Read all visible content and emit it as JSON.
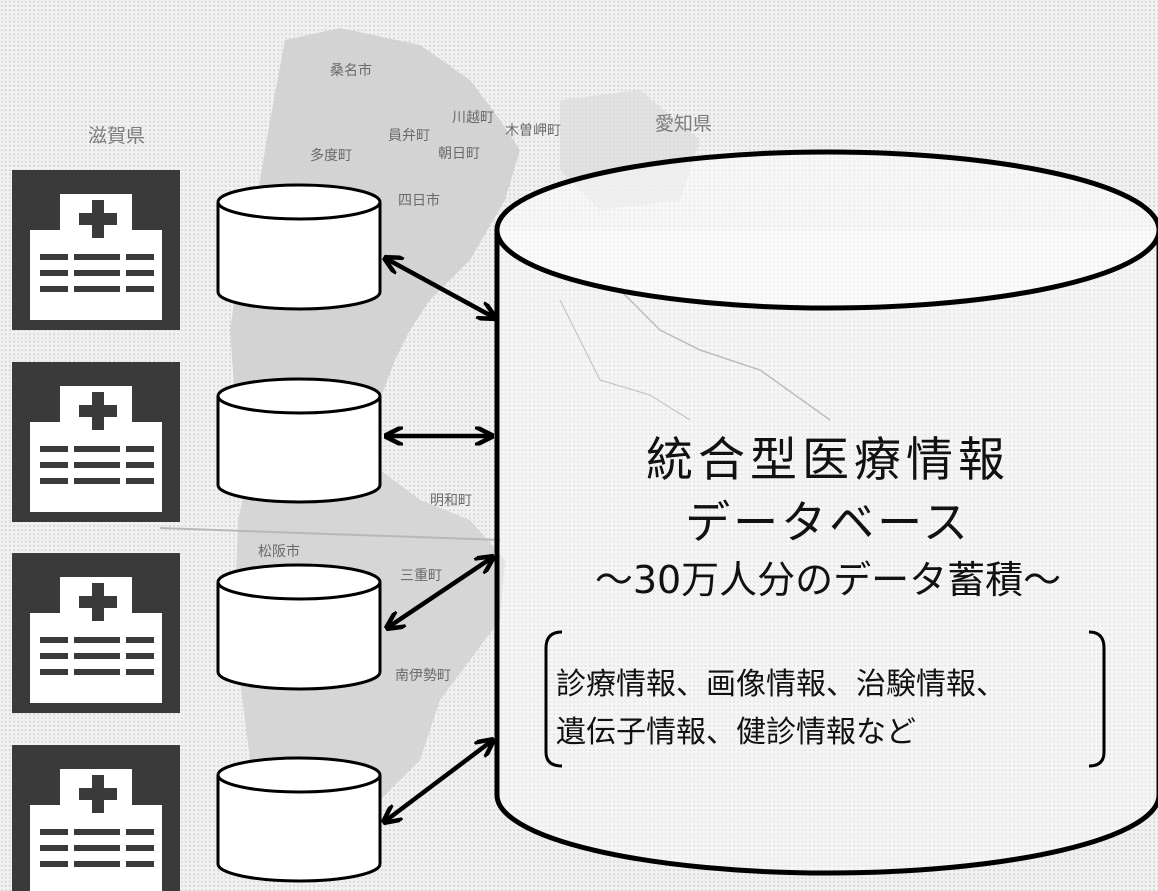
{
  "map_labels": {
    "shiga": "滋賀県",
    "aichi": "愛知県",
    "kuwana": "桑名市",
    "tado": "多度町",
    "inabe": "員弁町",
    "asahi": "朝日町",
    "kawagoe": "川越町",
    "kisosaki": "木曽岬町",
    "yokkaichi": "四日市",
    "meiwa": "明和町",
    "matsusaka": "松阪市",
    "mie_town": "三重町",
    "minamiise": "南伊勢町"
  },
  "database": {
    "title": "統合型医療情報",
    "subtitle": "データベース",
    "tagline": "〜30万人分のデータ蓄積〜",
    "details_line1": "診療情報、画像情報、治験情報、",
    "details_line2": "遺伝子情報、健診情報など"
  },
  "colors": {
    "hospital_bg": "#3a3a3a",
    "map_fill": "#cfcfcf",
    "stroke": "#000000"
  }
}
